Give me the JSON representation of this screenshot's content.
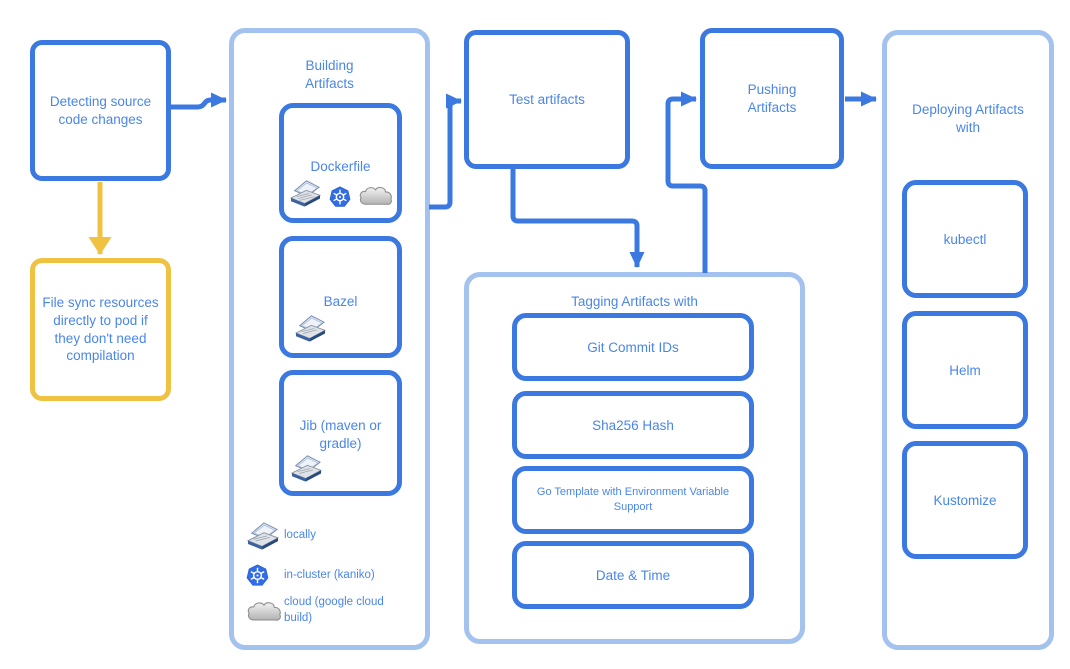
{
  "diagram": {
    "nodes": {
      "detecting": {
        "label": "Detecting source code changes"
      },
      "file_sync": {
        "label": "File sync resources directly to pod if they don't need compilation"
      },
      "building": {
        "title": "Building Artifacts",
        "items": [
          {
            "label": "Dockerfile",
            "icons": [
              "laptop-icon",
              "kubernetes-icon",
              "cloud-icon"
            ]
          },
          {
            "label": "Bazel",
            "icons": [
              "laptop-icon"
            ]
          },
          {
            "label": "Jib (maven or gradle)",
            "icons": [
              "laptop-icon"
            ]
          }
        ]
      },
      "test": {
        "label": "Test artifacts"
      },
      "tagging": {
        "title": "Tagging Artifacts with",
        "items": [
          {
            "label": "Git Commit IDs"
          },
          {
            "label": "Sha256 Hash"
          },
          {
            "label": "Go Template with Environment Variable Support"
          },
          {
            "label": "Date & Time"
          }
        ]
      },
      "pushing": {
        "label": "Pushing Artifacts"
      },
      "deploying": {
        "title": "Deploying Artifacts with",
        "items": [
          {
            "label": "kubectl"
          },
          {
            "label": "Helm"
          },
          {
            "label": "Kustomize"
          }
        ]
      }
    },
    "legend": {
      "items": [
        {
          "icon": "laptop-icon",
          "label": "locally"
        },
        {
          "icon": "kubernetes-icon",
          "label": "in-cluster (kaniko)"
        },
        {
          "icon": "cloud-icon",
          "label": "cloud (google cloud build)"
        }
      ]
    },
    "colors": {
      "primary_blue": "#3b78e0",
      "container_blue": "#a4c2ef",
      "text_blue": "#4a86e8",
      "sync_yellow": "#f0c242",
      "kubernetes_blue": "#326CE5",
      "cloud_gray": "#b5b5b5"
    }
  }
}
